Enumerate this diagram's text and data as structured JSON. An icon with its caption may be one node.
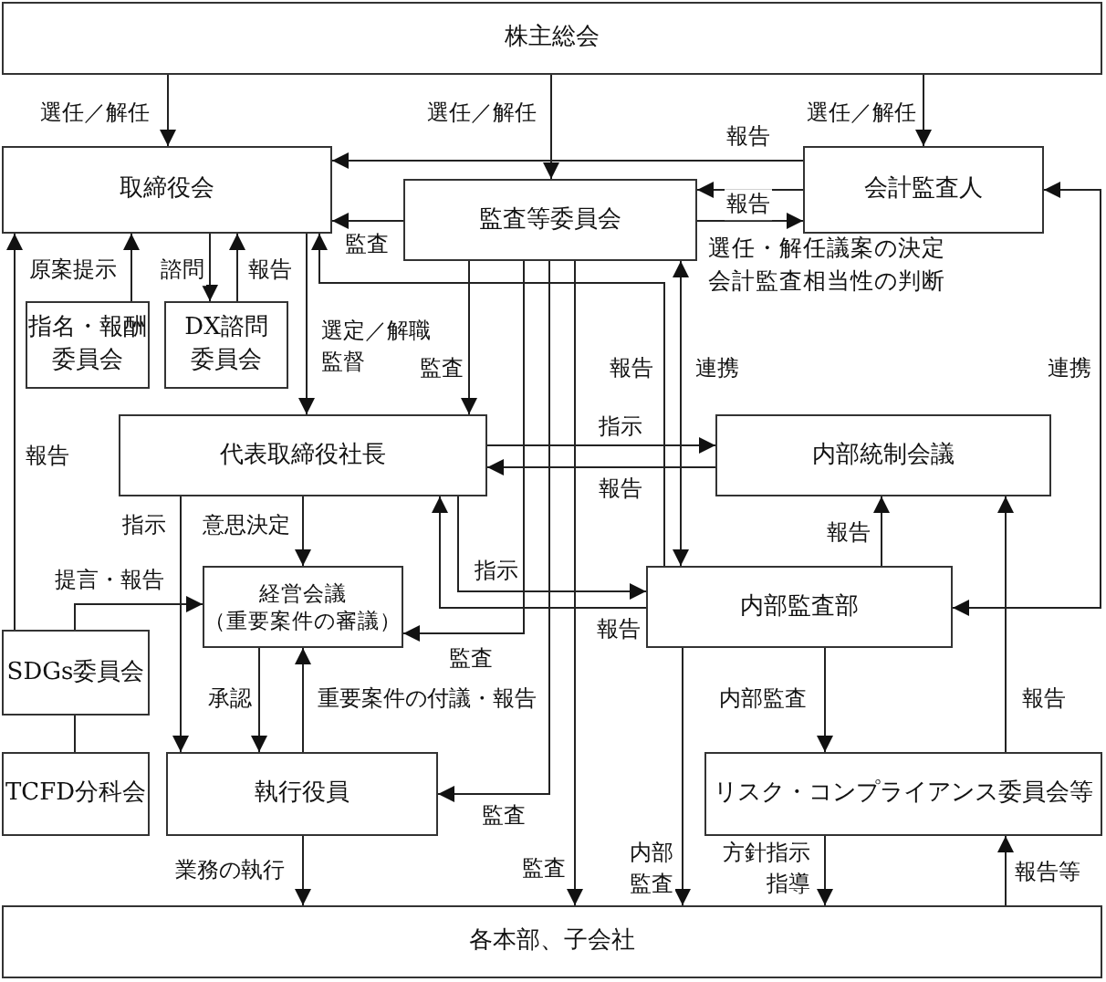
{
  "diagram": {
    "nodes": [
      {
        "text": [
          "株主総会"
        ]
      },
      {
        "text": [
          "取締役会"
        ]
      },
      {
        "text": [
          "監査等委員会"
        ]
      },
      {
        "text": [
          "会計監査人"
        ]
      },
      {
        "text": [
          "指名・報酬委員会"
        ]
      },
      {
        "text": [
          "DX諮問委員会"
        ]
      },
      {
        "text": [
          "代表取締役社長"
        ]
      },
      {
        "text": [
          "内部統制会議"
        ]
      },
      {
        "text": [
          "経営会議",
          "（重要案件の審議）"
        ]
      },
      {
        "text": [
          "内部監査部"
        ]
      },
      {
        "text": [
          "SDGs委員会"
        ]
      },
      {
        "text": [
          "TCFD分科会"
        ]
      },
      {
        "text": [
          "執行役員"
        ]
      },
      {
        "text": [
          "リスク・コンプライアンス委員会等"
        ]
      },
      {
        "text": [
          "各本部、子会社"
        ]
      }
    ],
    "edges": [
      {
        "from": 0,
        "to": 1,
        "arrow": "to",
        "label": "選任／解任"
      },
      {
        "from": 0,
        "to": 2,
        "arrow": "to",
        "label": "選任／解任"
      },
      {
        "from": 0,
        "to": 3,
        "arrow": "to",
        "label": "選任／解任"
      },
      {
        "from": 3,
        "to": 1,
        "arrow": "to",
        "label": "報告"
      },
      {
        "from": 3,
        "to": 2,
        "arrow": "to"
      },
      {
        "from": 2,
        "to": 3,
        "arrow": "to",
        "label": "報告"
      },
      {
        "from": 2,
        "to": 1,
        "arrow": "to",
        "label": "監査"
      },
      {
        "from": 4,
        "to": 1,
        "arrow": "to",
        "label": "原案提示"
      },
      {
        "from": 1,
        "to": 5,
        "arrow": "to",
        "label": "諮問"
      },
      {
        "from": 5,
        "to": 1,
        "arrow": "to",
        "label": "報告"
      },
      {
        "from": 1,
        "to": 6,
        "arrow": "to",
        "label": "選定／解職監督"
      },
      {
        "from": 10,
        "to": 1,
        "arrow": "to",
        "label": "報告"
      },
      {
        "from": 9,
        "to": 1,
        "arrow": "to",
        "label": "報告"
      },
      {
        "from": 2,
        "to": 6,
        "arrow": "to",
        "label": "監査"
      },
      {
        "from": 2,
        "to": 9,
        "arrow": "both",
        "label": "連携"
      },
      {
        "from": 3,
        "to": 9,
        "arrow": "both",
        "label": "連携"
      },
      {
        "from": 6,
        "to": 7,
        "arrow": "to",
        "label": "指示"
      },
      {
        "from": 7,
        "to": 6,
        "arrow": "to",
        "label": "報告"
      },
      {
        "from": 6,
        "to": 9,
        "arrow": "to",
        "label": "指示"
      },
      {
        "from": 9,
        "to": 6,
        "arrow": "to",
        "label": "報告"
      },
      {
        "from": 2,
        "to": 8,
        "arrow": "to",
        "label": "監査"
      },
      {
        "from": 2,
        "to": 12,
        "arrow": "to",
        "label": "監査"
      },
      {
        "from": 2,
        "to": 14,
        "arrow": "to",
        "label": "監査"
      },
      {
        "from": 6,
        "to": 8,
        "arrow": "to",
        "label": "意思決定"
      },
      {
        "from": 6,
        "to": 12,
        "arrow": "to",
        "label": "指示"
      },
      {
        "from": 10,
        "to": 8,
        "arrow": "to",
        "label": "提言・報告"
      },
      {
        "from": 10,
        "to": 11,
        "arrow": "none"
      },
      {
        "from": 8,
        "to": 12,
        "arrow": "to",
        "label": "承認"
      },
      {
        "from": 12,
        "to": 8,
        "arrow": "to",
        "label": "重要案件の付議・報告"
      },
      {
        "from": 9,
        "to": 7,
        "arrow": "to",
        "label": "報告"
      },
      {
        "from": 9,
        "to": 13,
        "arrow": "to",
        "label": "内部監査"
      },
      {
        "from": 9,
        "to": 14,
        "arrow": "to",
        "label": "内部監査"
      },
      {
        "from": 13,
        "to": 7,
        "arrow": "to",
        "label": "報告"
      },
      {
        "from": 12,
        "to": 14,
        "arrow": "to",
        "label": "業務の執行"
      },
      {
        "from": 13,
        "to": 14,
        "arrow": "to",
        "label": "方針指示指導"
      },
      {
        "from": 14,
        "to": 13,
        "arrow": "to",
        "label": "報告等"
      }
    ],
    "labels": [
      "選任・解任議案の決定",
      "会計監査相当性の判断"
    ]
  }
}
